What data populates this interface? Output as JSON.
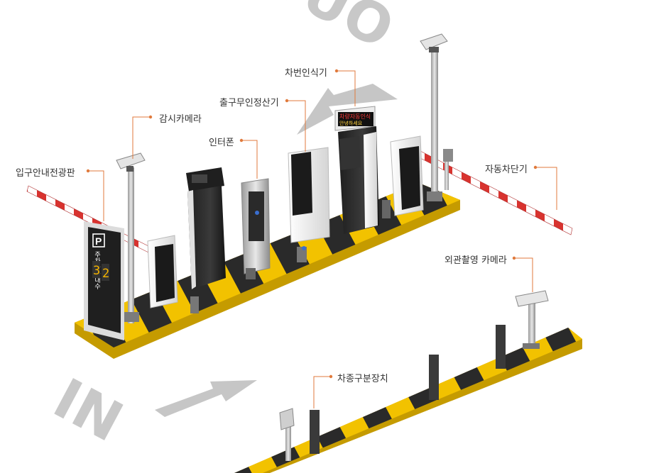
{
  "labels": {
    "entrance_board": "입구안내전광판",
    "cctv": "감시카메라",
    "intercom": "인터폰",
    "exit_kiosk": "출구무인정산기",
    "plate_recognition": "차번인식기",
    "auto_barrier": "자동차단기",
    "exterior_camera": "외관촬영 카메라",
    "vehicle_classifier": "차종구분장치"
  },
  "road": {
    "out_text": "OUT",
    "in_text": "IN"
  },
  "signboard": {
    "p_symbol": "P",
    "caption": "주차가능대수",
    "count_digit1": "3",
    "count_digit2": "2"
  },
  "lpr_display": {
    "line1": "차량자동인식",
    "line2": "안녕하세요"
  },
  "colors": {
    "label_line": "#e07a3c",
    "curb_yellow": "#f2c200",
    "curb_black": "#2a2a2a",
    "barrier_red": "#d8332f",
    "road_marking": "#c8c8c8"
  }
}
